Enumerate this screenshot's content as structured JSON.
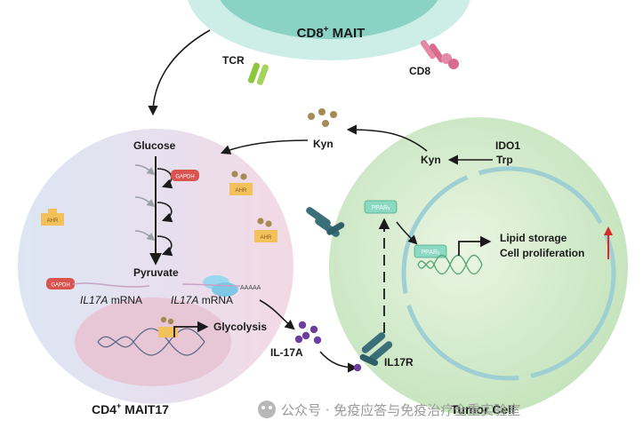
{
  "cells": {
    "mait_cd8": {
      "label_main": "CD8",
      "label_sup": "+",
      "label_rest": " MAIT"
    },
    "mait17": {
      "label_main": "CD4",
      "label_sup": "+",
      "label_rest": " MAIT17"
    },
    "tumor": {
      "label": "Tumor Cell"
    }
  },
  "receptors": {
    "tcr": "TCR",
    "cd8": "CD8",
    "il17r": "IL17R"
  },
  "metabolism": {
    "glucose": "Glucose",
    "pyruvate": "Pyruvate",
    "gapdh": "GAPDH",
    "ahr": "AHR",
    "glycolysis": "Glycolysis",
    "il17a_mrna_gene": "IL17A",
    "il17a_mrna_suffix": " mRNA",
    "poly_a": "AAAAA"
  },
  "cytokine": {
    "il17a": "IL-17A"
  },
  "tryptophan_pathway": {
    "kyn_top": "Kyn",
    "kyn_tumor": "Kyn",
    "ido1": "IDO1",
    "trp": "Trp"
  },
  "tumor_nucleus": {
    "ppar_main": "PPAR",
    "ppar_sub": "γ",
    "outcome_1": "Lipid storage",
    "outcome_2": "Cell proliferation"
  },
  "watermark": "公众号 · 免疫应答与免疫治疗全重实验室",
  "colors": {
    "mait_cell": "#8cd6c8",
    "mait17_left": "#dde6f2",
    "mait17_right": "#f1dbe6",
    "tumor_cell": "#cde8c8",
    "gapdh": "#d9534f",
    "ahr": "#f2c15c",
    "cytokine": "#6b3fa0",
    "kyn_dots": "#a58a52",
    "receptor": "#3a6f7a",
    "up_arrow": "#d92b2b"
  }
}
